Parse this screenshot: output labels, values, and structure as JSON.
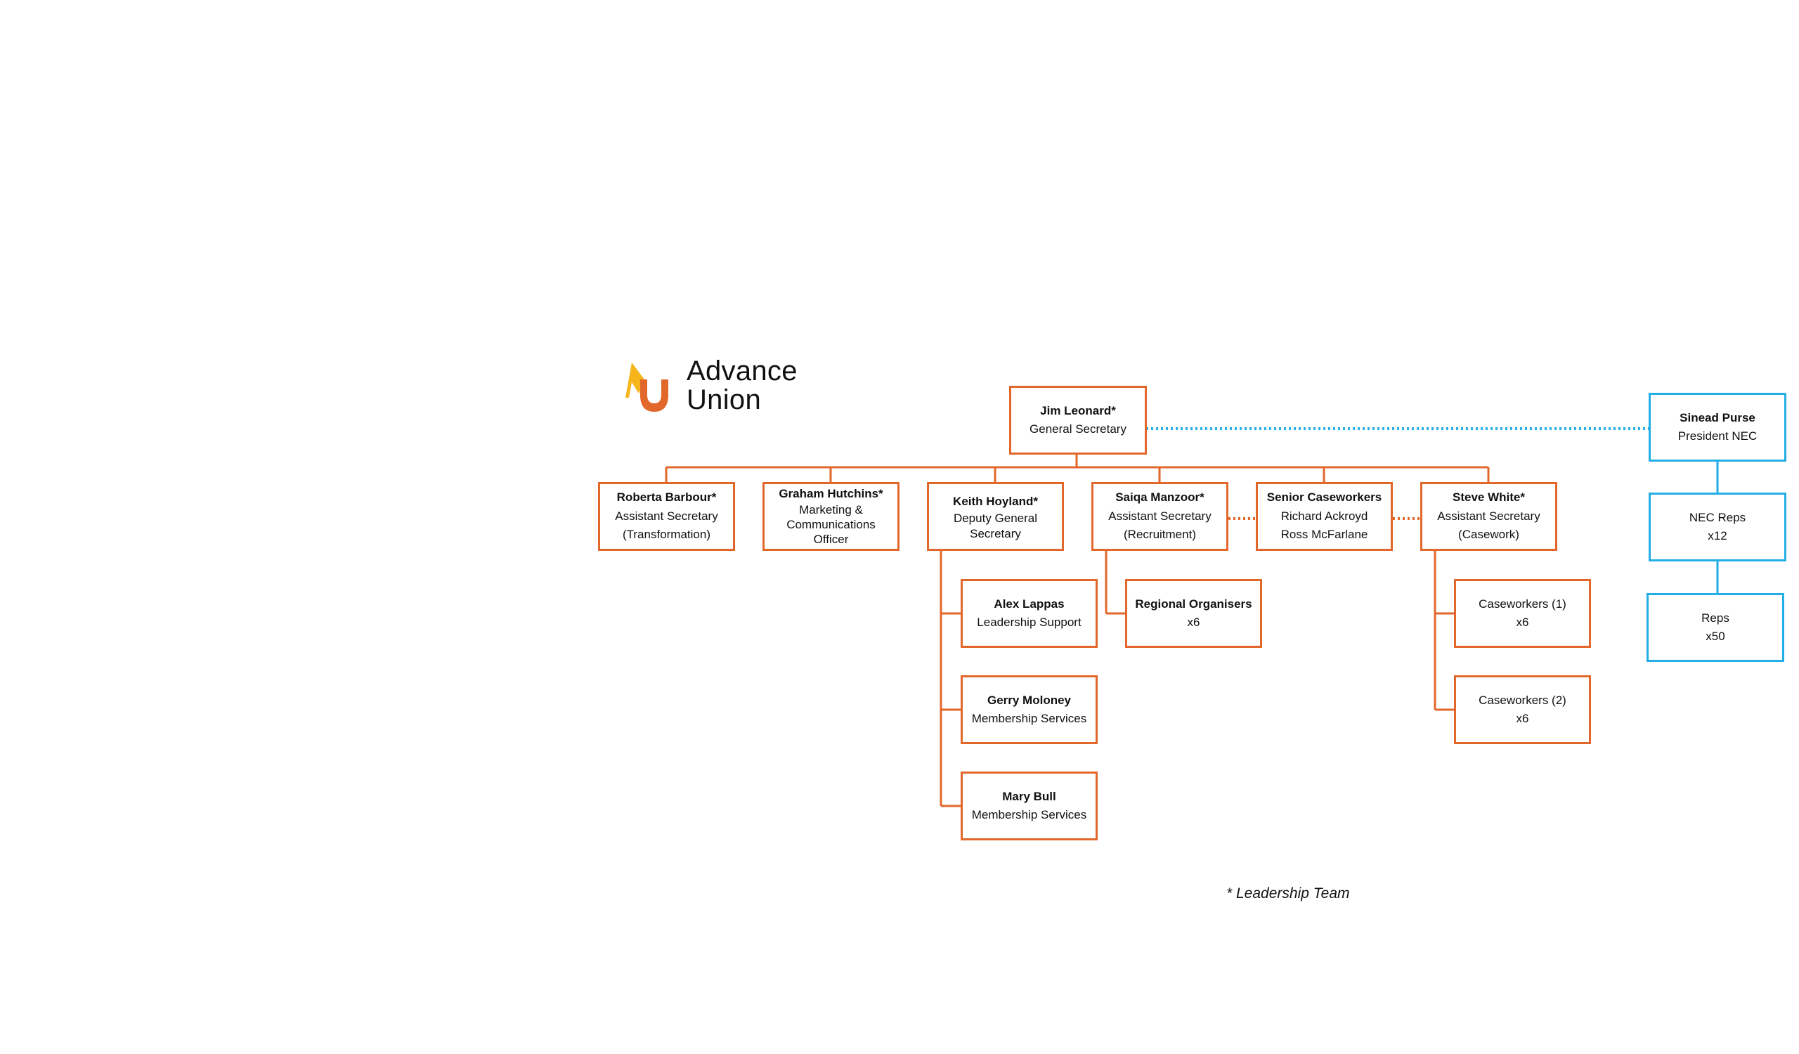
{
  "brand": {
    "line1": "Advance",
    "line2": "Union",
    "logo_icon": "advance-union-logo-icon"
  },
  "colors": {
    "staff": "#e2672b",
    "nec": "#23aee5",
    "logo_yellow": "#f5b51b",
    "logo_orange": "#e2672b"
  },
  "top": {
    "name": "Jim Leonard*",
    "role": "General Secretary"
  },
  "level1": [
    {
      "name": "Roberta Barbour*",
      "role_lines": [
        "Assistant Secretary",
        "(Transformation)"
      ]
    },
    {
      "name": "Graham Hutchins*",
      "role_lines": [
        "Marketing &",
        "Communications",
        "Officer"
      ]
    },
    {
      "name": "Keith Hoyland*",
      "role_lines": [
        "Deputy General",
        "Secretary"
      ]
    },
    {
      "name": "Saiqa Manzoor*",
      "role_lines": [
        "Assistant Secretary",
        "(Recruitment)"
      ]
    },
    {
      "name": "Senior Caseworkers",
      "role_lines": [
        "Richard Ackroyd",
        "Ross McFarlane"
      ]
    },
    {
      "name": "Steve White*",
      "role_lines": [
        "Assistant Secretary",
        "(Casework)"
      ]
    }
  ],
  "keith_reports": [
    {
      "name": "Alex Lappas",
      "role": "Leadership Support"
    },
    {
      "name": "Gerry Moloney",
      "role": "Membership Services"
    },
    {
      "name": "Mary Bull",
      "role": "Membership Services"
    }
  ],
  "saiqa_reports": [
    {
      "name": "Regional Organisers",
      "role": "x6"
    }
  ],
  "steve_reports": [
    {
      "name": "Caseworkers (1)",
      "role": "x6"
    },
    {
      "name": "Caseworkers (2)",
      "role": "x6"
    }
  ],
  "nec": [
    {
      "name": "Sinead Purse",
      "role": "President NEC"
    },
    {
      "name": "NEC Reps",
      "role": "x12"
    },
    {
      "name": "Reps",
      "role": "x50"
    }
  ],
  "footnote": "* Leadership Team"
}
